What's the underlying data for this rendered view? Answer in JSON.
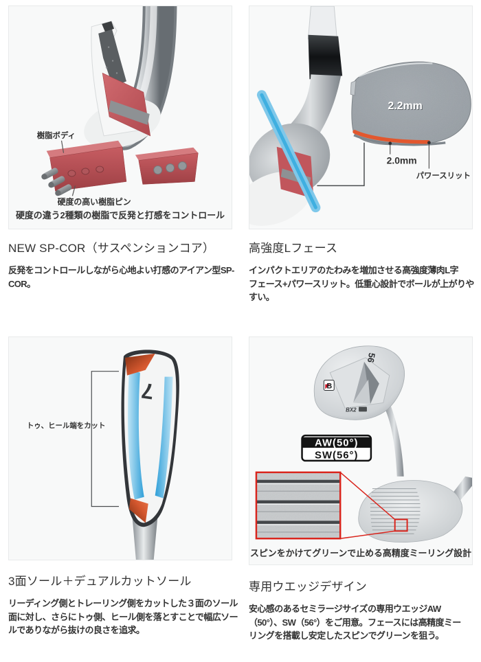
{
  "page": {
    "background": "#ffffff",
    "text_color": "#333333"
  },
  "colors": {
    "panel_bg": "#f8f9f9",
    "panel_border": "#e8eaeb",
    "resin_red": "#c1565c",
    "face_blue": "#2f9fd8",
    "slit_orange": "#e2572e",
    "callout_red": "#d9251d",
    "badge_black": "#141414",
    "metal_gray": "#aab0b5"
  },
  "sections": {
    "sp_cor": {
      "figure": {
        "label_resin_body": "樹脂ボディ",
        "label_resin_pin": "硬度の高い樹脂ピン",
        "caption": "硬度の違う2種類の樹脂で反発と打感をコントロール"
      },
      "heading": "NEW SP-COR（サスペンションコア）",
      "description": "反発をコントロールしながら心地よい打感のアイアン型SP-\nCOR。"
    },
    "l_face": {
      "figure": {
        "label_face_thickness": "2.2mm",
        "label_edge_thickness": "2.0mm",
        "label_power_slit": "パワースリット"
      },
      "heading": "高強度Lフェース",
      "description": "インパクトエリアのたわみを増加させる高強度薄肉L字\nフェース+パワースリット。低重心設計でボールが上がりや\nすい。"
    },
    "sole": {
      "figure": {
        "label_cut": "トゥ、ヒール端をカット",
        "iron_number": "7"
      },
      "heading": "3面ソール＋デュアルカットソール",
      "description": "リーディング側とトレーリング側をカットした３面のソール\n面に対し、さらにトゥ側、ヒール側を落とすことで幅広ソー\nルでありながら抜けの良さを追求。"
    },
    "wedge": {
      "figure": {
        "loft_number": "56",
        "brand_mark": "B",
        "model_mark": "BX2",
        "badge_aw": "AW(50°)",
        "badge_sw": "SW(56°)",
        "caption": "スピンをかけてグリーンで止める高精度ミーリング設計"
      },
      "heading": "専用ウエッジデザイン",
      "description": "安心感のあるセミラージサイズの専用ウエッジAW\n（50°）、SW（56°）をご用意。フェースには高精度ミー\nリングを搭載し安定したスピンでグリーンを狙う。"
    }
  }
}
